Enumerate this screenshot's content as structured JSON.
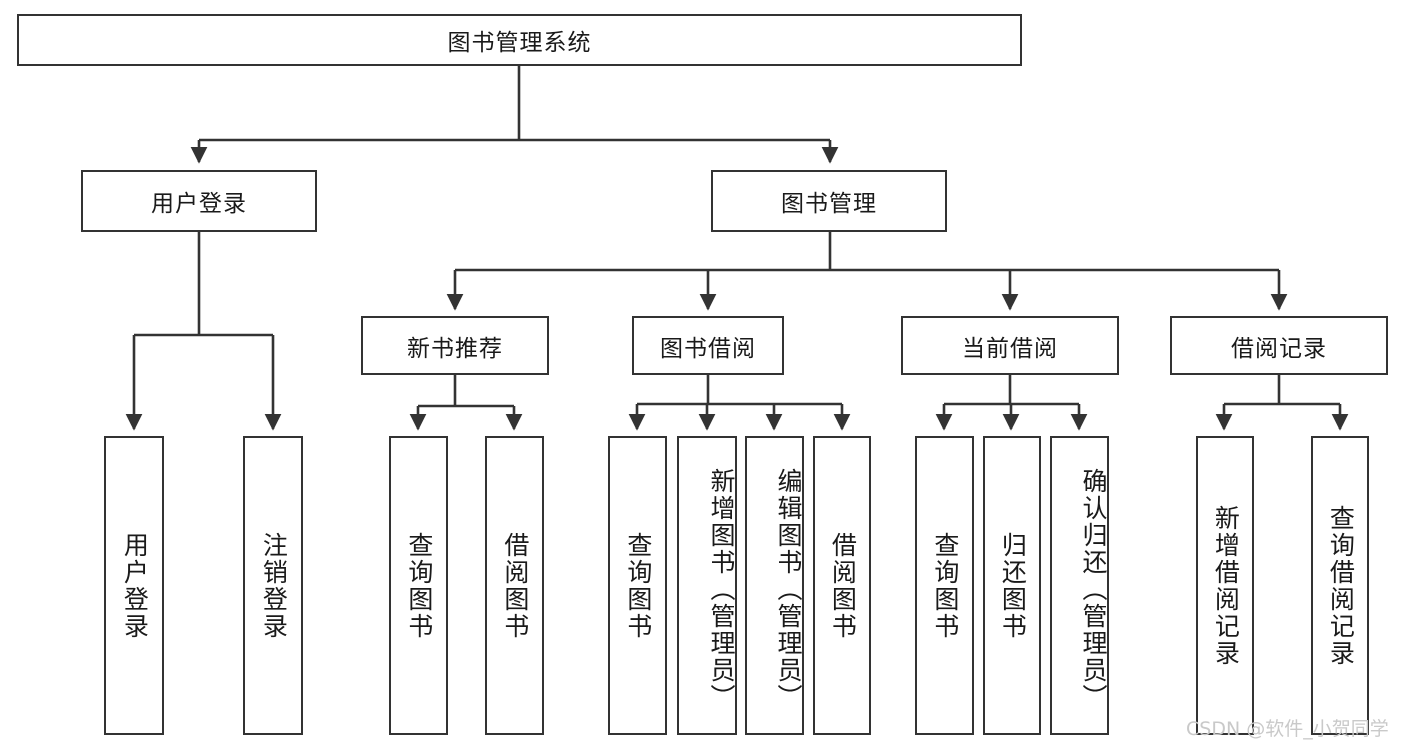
{
  "diagram": {
    "title": "图书管理系统",
    "type": "tree-hierarchy",
    "root": {
      "label": "图书管理系统"
    },
    "level1": [
      {
        "label": "用户登录"
      },
      {
        "label": "图书管理"
      }
    ],
    "level2": [
      {
        "label": "新书推荐"
      },
      {
        "label": "图书借阅"
      },
      {
        "label": "当前借阅"
      },
      {
        "label": "借阅记录"
      }
    ],
    "leaves": {
      "user_login": [
        {
          "label": "用户登录"
        },
        {
          "label": "注销登录"
        }
      ],
      "new_book_recommend": [
        {
          "label": "查询图书"
        },
        {
          "label": "借阅图书"
        }
      ],
      "book_borrow": [
        {
          "label": "查询图书"
        },
        {
          "label": "新增图书（管理员）"
        },
        {
          "label": "编辑图书（管理员）"
        },
        {
          "label": "借阅图书"
        }
      ],
      "current_borrow": [
        {
          "label": "查询图书"
        },
        {
          "label": "归还图书"
        },
        {
          "label": "确认归还（管理员）"
        }
      ],
      "borrow_record": [
        {
          "label": "新增借阅记录"
        },
        {
          "label": "查询借阅记录"
        }
      ]
    }
  },
  "watermark": {
    "text": "CSDN @软件_小贺同学"
  },
  "colors": {
    "stroke": "#333333",
    "background": "#ffffff",
    "text": "#1a1a1a",
    "watermark": "#c9c9c9"
  }
}
